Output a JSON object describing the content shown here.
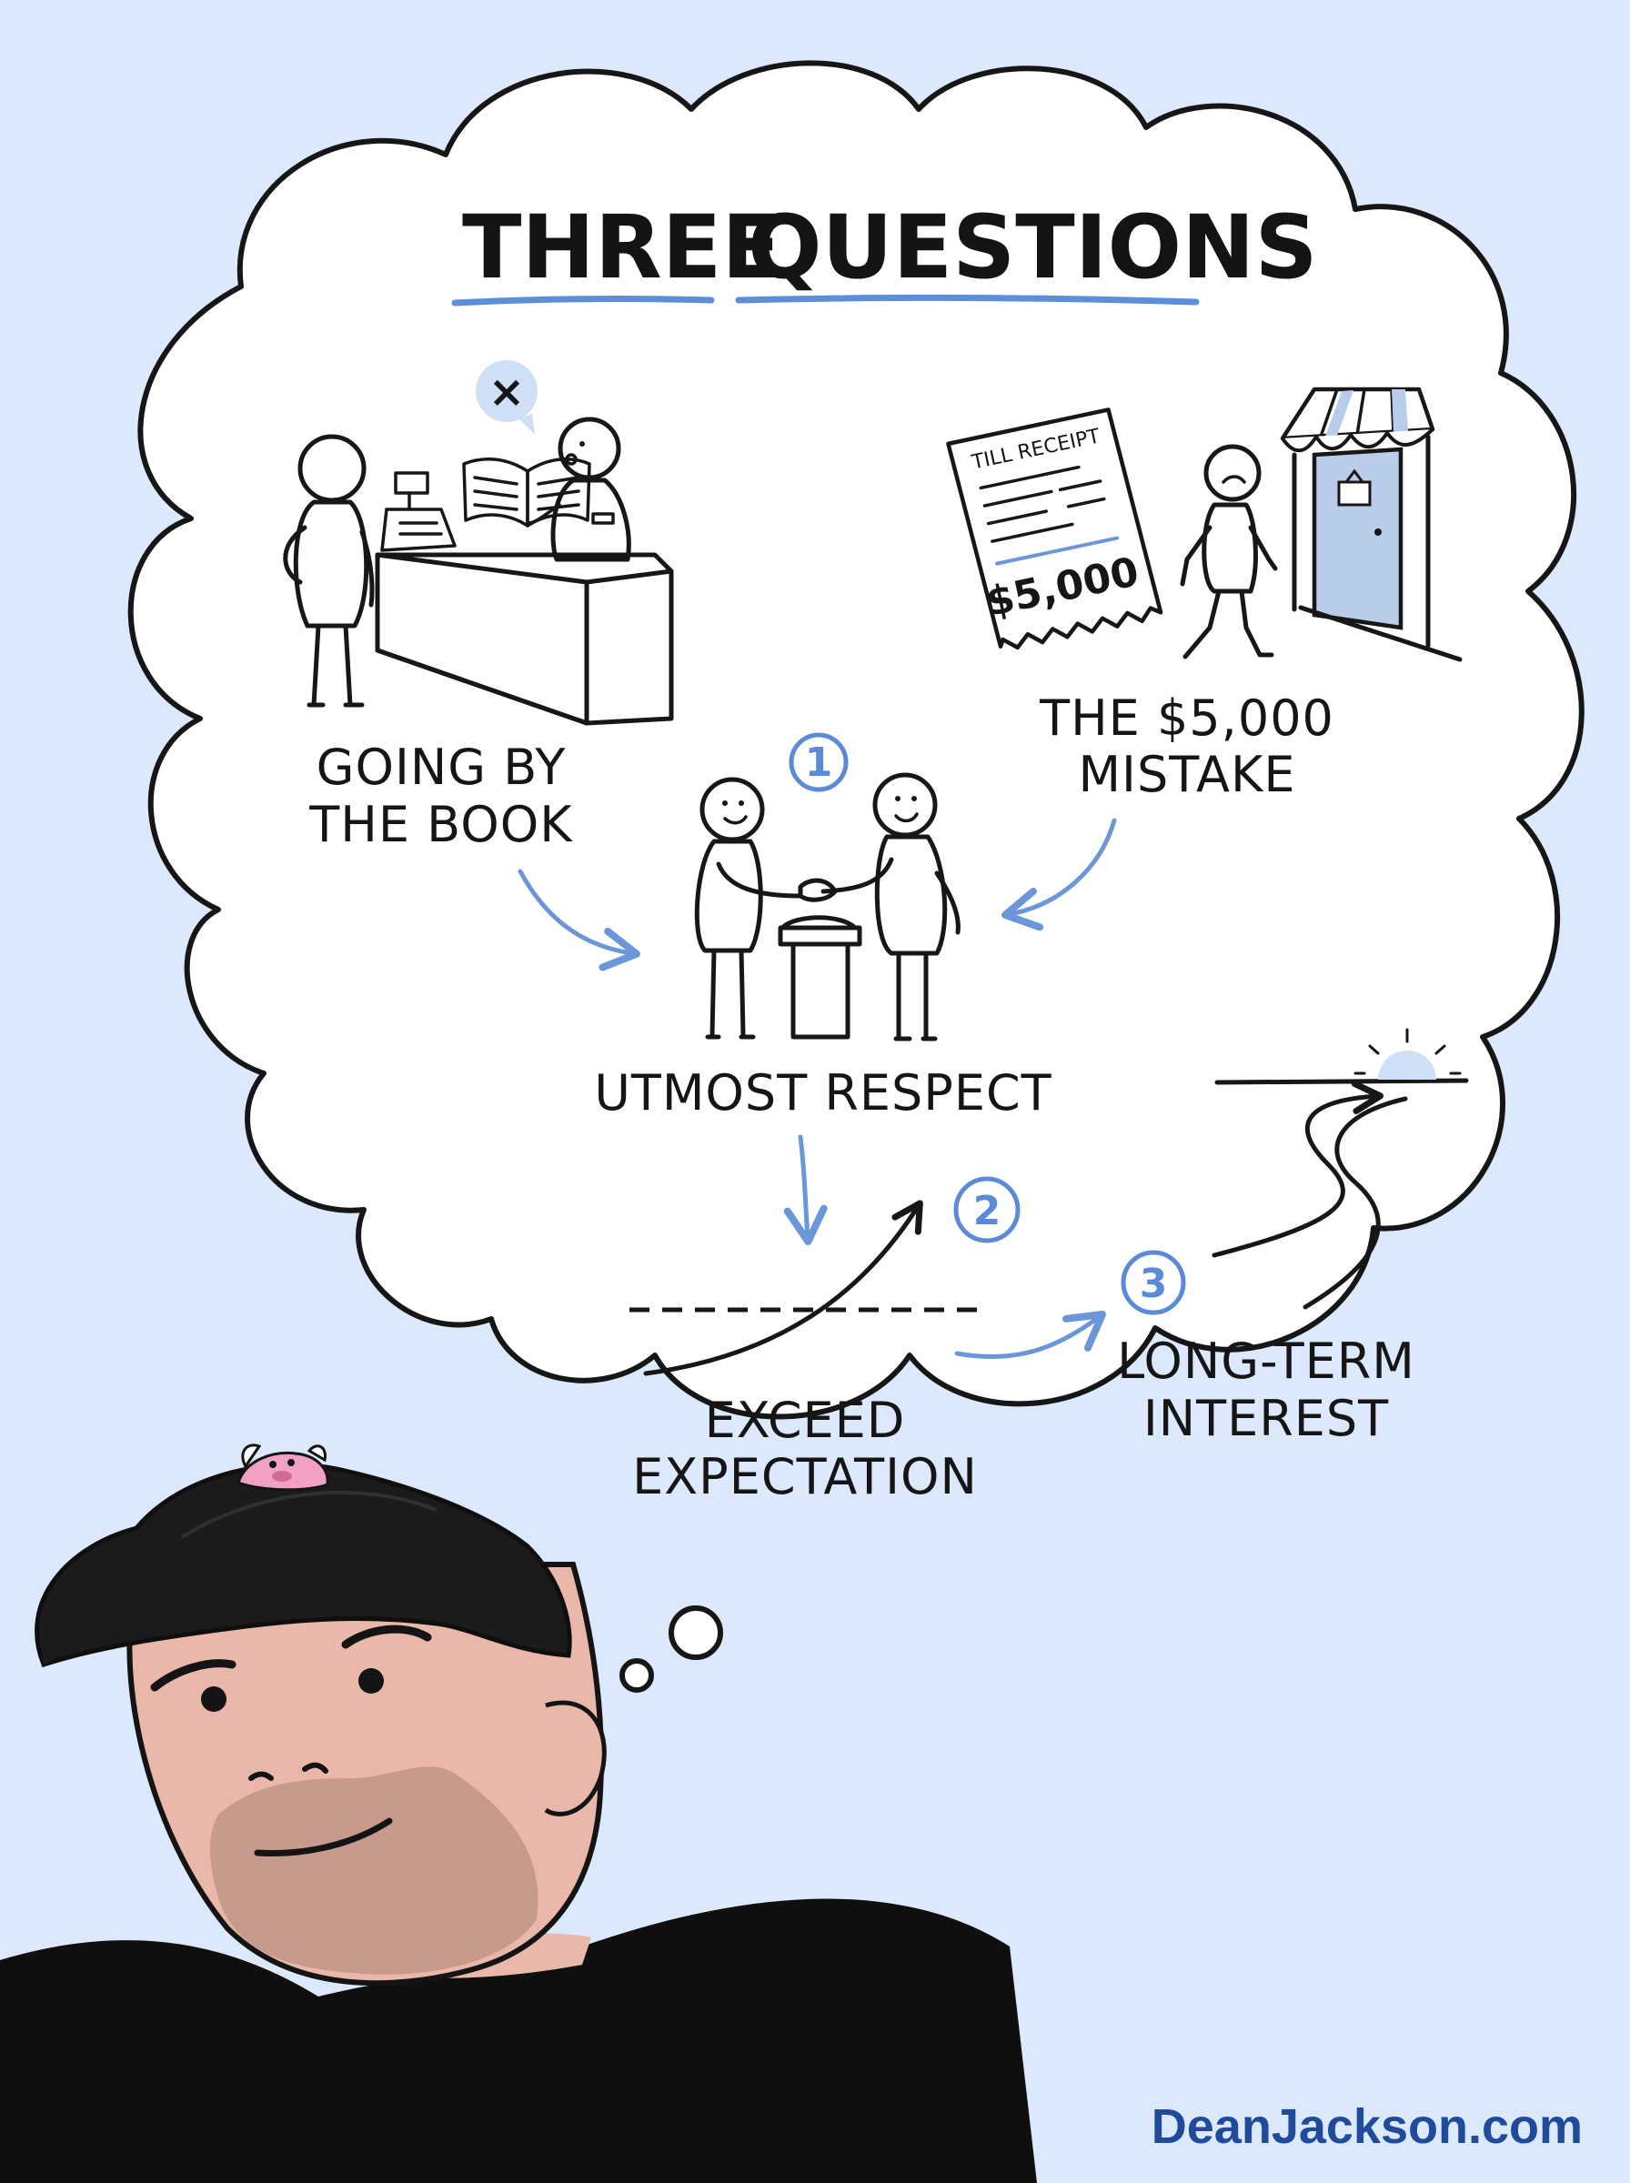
{
  "title": {
    "word1": "THREE",
    "word2": "QUESTIONS"
  },
  "scenes": {
    "book": {
      "label_line1": "GOING BY",
      "label_line2": "THE BOOK",
      "bubble_symbol": "×"
    },
    "mistake": {
      "label_line1": "THE $5,000",
      "label_line2": "MISTAKE",
      "receipt_header": "TILL RECEIPT",
      "receipt_amount": "$5,000"
    },
    "respect": {
      "label": "UTMOST RESPECT",
      "number": "1"
    },
    "exceed": {
      "label_line1": "EXCEED",
      "label_line2": "EXPECTATION",
      "number": "2"
    },
    "longterm": {
      "label_line1": "LONG-TERM",
      "label_line2": "INTEREST",
      "number": "3"
    }
  },
  "footer": {
    "site": "DeanJackson.com"
  },
  "colors": {
    "background": "#dce8fb",
    "accent_blue": "#6b97d8",
    "site_text": "#1f4b9a",
    "skin": "#eab8aa",
    "beard": "#c89a8c"
  }
}
